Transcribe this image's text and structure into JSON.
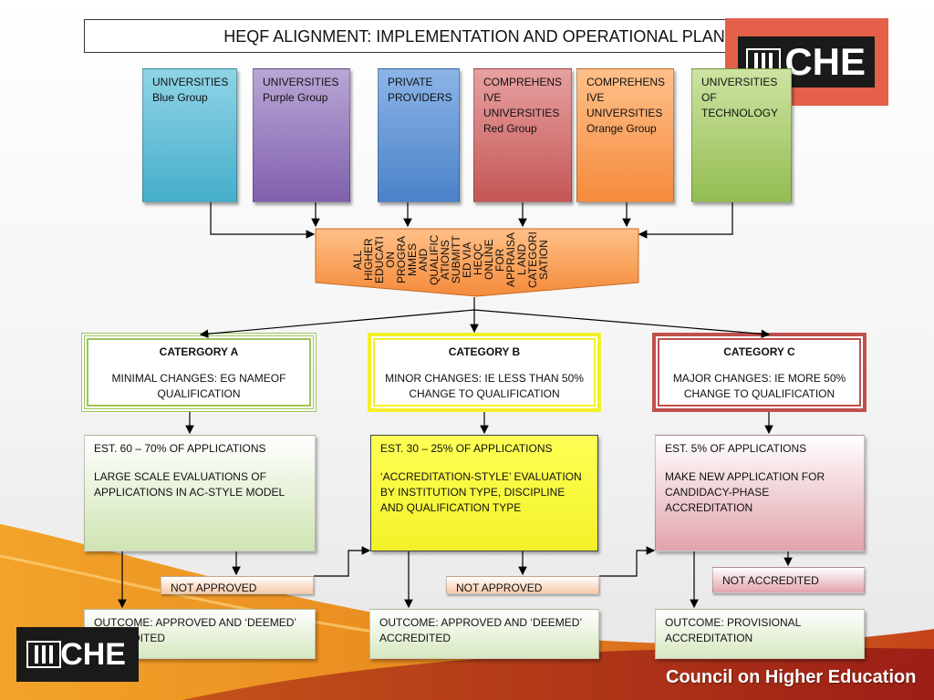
{
  "title": "HEQF ALIGNMENT: IMPLEMENTATION AND OPERATIONAL PLAN",
  "logo_top": {
    "text": "CHE"
  },
  "groups": [
    {
      "line1": "UNIVERSITIES",
      "line2": "Blue Group"
    },
    {
      "line1": "UNIVERSITIES",
      "line2": "Purple Group"
    },
    {
      "line1": "PRIVATE",
      "line2": "PROVIDERS"
    },
    {
      "line1": "COMPREHENS IVE UNIVERSITIES",
      "line2": "Red Group"
    },
    {
      "line1": "COMPREHENS IVE UNIVERSITIES",
      "line2": "Orange Group"
    },
    {
      "line1": "UNIVERSITIES OF TECHNOLOGY",
      "line2": ""
    }
  ],
  "submission": "ALL HIGHER EDUCATI ON PROGRA MMES AND QUALIFIC ATIONS SUBMITT ED VIA HEQC ONLINE FOR APPRAISA L AND CATEGORI SATION",
  "categories": [
    {
      "head": "CATERGORY A",
      "desc": "MINIMAL CHANGES: EG NAMEOF QUALIFICATION"
    },
    {
      "head": "CATEGORY B",
      "desc": "MINOR CHANGES: IE LESS THAN 50% CHANGE TO QUALIFICATION"
    },
    {
      "head": "CATEGORY C",
      "desc": "MAJOR CHANGES: IE MORE 50% CHANGE TO QUALIFICATION"
    }
  ],
  "estimates": [
    {
      "pct": "EST. 60 – 70% OF APPLICATIONS",
      "desc": "LARGE SCALE EVALUATIONS OF APPLICATIONS IN AC-STYLE MODEL"
    },
    {
      "pct": "EST. 30 – 25% OF APPLICATIONS",
      "desc": "‘ACCREDITATION-STYLE’ EVALUATION BY INSTITUTION TYPE, DISCIPLINE AND QUALIFICATION TYPE"
    },
    {
      "pct": "EST. 5% OF APPLICATIONS",
      "desc": "MAKE NEW APPLICATION FOR CANDIDACY-PHASE ACCREDITATION"
    }
  ],
  "not_approved": [
    "NOT APPROVED",
    "NOT APPROVED",
    "NOT ACCREDITED"
  ],
  "outcomes": [
    "OUTCOME: APPROVED AND ‘DEEMED’ ACCREDITED",
    "OUTCOME: APPROVED AND ‘DEEMED’ ACCREDITED",
    "OUTCOME: PROVISIONAL ACCREDITATION"
  ],
  "logo_bottom": {
    "text": "CHE"
  },
  "footer": "Council on Higher Education",
  "colors": {
    "swoosh_orange": "#e8891f",
    "swoosh_red": "#b8241c",
    "logo_accent": "#e4604a"
  }
}
